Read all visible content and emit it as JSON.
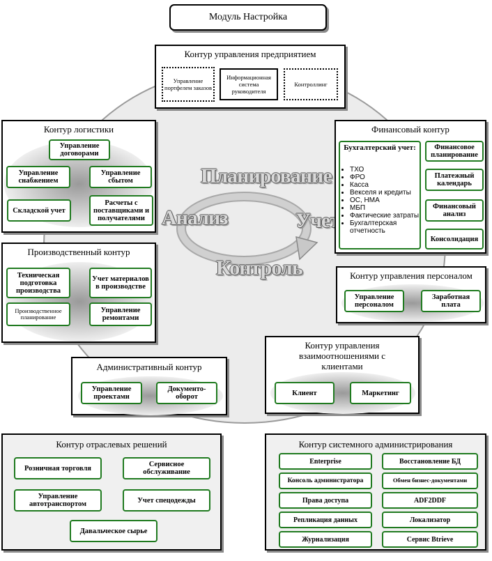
{
  "module_title": "Модуль Настройка",
  "center_words": {
    "planning": "Планирование",
    "analysis": "Анализ",
    "accounting": "Учет",
    "control": "Контроль"
  },
  "enterprise": {
    "title": "Контур управления предприятием",
    "items": [
      "Управление портфелем заказов",
      "Информационная система руководителя",
      "Контроллинг"
    ]
  },
  "logistics": {
    "title": "Контур логистики",
    "items": [
      "Управление договорами",
      "Управление снабжением",
      "Управление сбытом",
      "Складской учет",
      "Расчеты с поставщиками и получателями"
    ]
  },
  "finance": {
    "title": "Финансовый контур",
    "accounting_title": "Бухгалтерский учет:",
    "accounting_items": [
      "ТХО",
      "ФРО",
      "Касса",
      "Векселя и кредиты",
      "ОС, НМА",
      "МБП",
      "Фактические затраты",
      "Бухгалтерская отчетность"
    ],
    "items": [
      "Финансовое планирование",
      "Платежный календарь",
      "Финансовый анализ",
      "Консолидация"
    ]
  },
  "production": {
    "title": "Производственный контур",
    "items": [
      "Техническая подготовка производства",
      "Учет материалов в производстве",
      "Производственное планирование",
      "Управление ремонтами"
    ]
  },
  "personnel": {
    "title": "Контур управления персоналом",
    "items": [
      "Управление персоналом",
      "Заработная плата"
    ]
  },
  "admin": {
    "title": "Административный контур",
    "items": [
      "Управление проектами",
      "Документо-оборот"
    ]
  },
  "clients": {
    "title": "Контур управления взаимоотношениями с клиентами",
    "items": [
      "Клиент",
      "Маркетинг"
    ]
  },
  "industry": {
    "title": "Контур отраслевых решений",
    "items": [
      "Розничная торговля",
      "Сервисное обслуживание",
      "Управление автотранспортом",
      "Учет спецодежды",
      "Давальческое сырье"
    ]
  },
  "sysadmin": {
    "title": "Контур системного администрирования",
    "items": [
      "Enterprise",
      "Восстановление БД",
      "Консоль администратора",
      "Обмен бизнес-документами",
      "Права доступа",
      "ADF2DDF",
      "Репликация данных",
      "Локализатор",
      "Журнализация",
      "Сервис Btrieve"
    ]
  }
}
